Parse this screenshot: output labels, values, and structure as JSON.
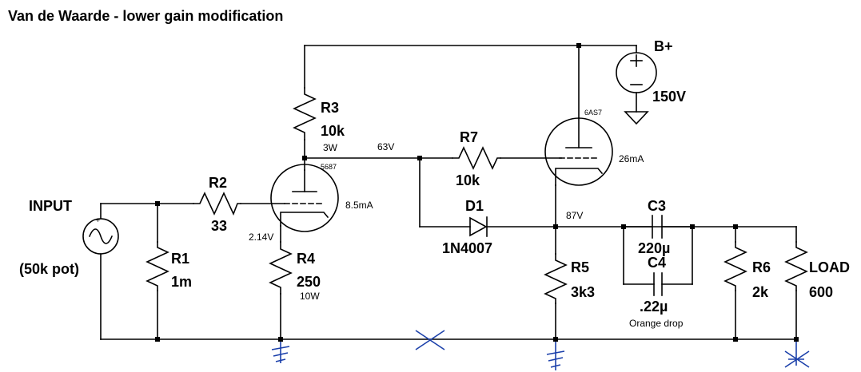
{
  "title": "Van de Waarde - lower gain modification",
  "labels": {
    "input_name": "INPUT",
    "input_sub": "(50k pot)",
    "r1_name": "R1",
    "r1_val": "1m",
    "r2_name": "R2",
    "r2_val": "33",
    "r3_name": "R3",
    "r3_val": "10k",
    "r3_note": "3W",
    "r4_name": "R4",
    "r4_val": "250",
    "r4_note": "10W",
    "r5_name": "R5",
    "r5_val": "3k3",
    "r6_name": "R6",
    "r6_val": "2k",
    "r7_name": "R7",
    "r7_val": "10k",
    "load_name": "LOAD",
    "load_val": "600",
    "d1_name": "D1",
    "d1_val": "1N4007",
    "c3_name": "C3",
    "c3_val": "220µ",
    "c4_name": "C4",
    "c4_val": ".22µ",
    "c4_note": "Orange drop",
    "bplus_name": "B+",
    "bplus_val": "150V",
    "tube1": "5687",
    "tube2": "6AS7",
    "v_63": "63V",
    "v_87": "87V",
    "v_214": "2.14V",
    "i_85": "8.5mA",
    "i_26": "26mA"
  }
}
